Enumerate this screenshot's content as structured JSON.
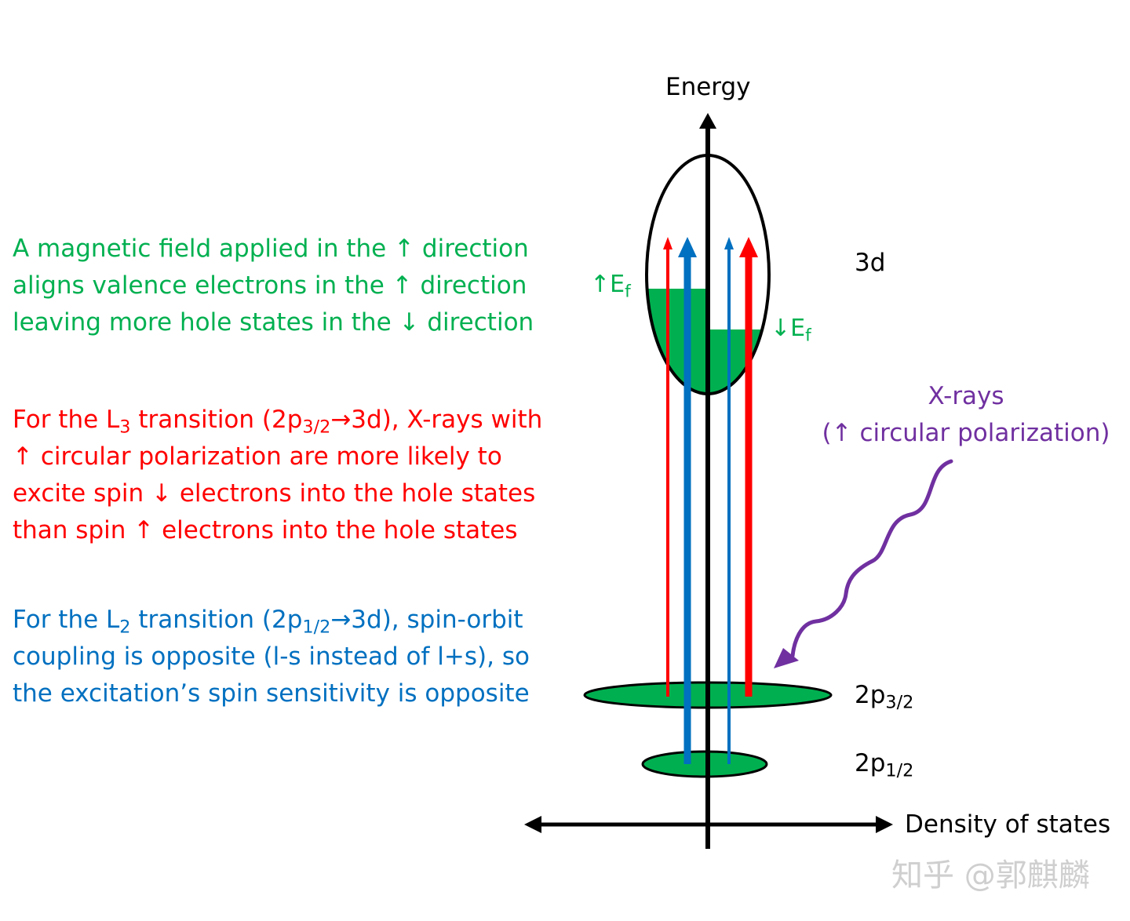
{
  "paragraphs": {
    "magnetic": [
      "A magnetic field applied in the ↑ direction",
      "aligns valence electrons in the ↑ direction",
      "leaving more hole states in the ↓ direction"
    ],
    "l3": {
      "line1_a": "For the L",
      "line1_sub_l": "3",
      "line1_b": " transition (2p",
      "line1_sub_p": "3/2",
      "line1_c": "→3d), X-rays with",
      "lines": [
        "↑ circular polarization are more likely to",
        "excite spin ↓ electrons into the hole states",
        "than spin ↑ electrons into the hole states"
      ]
    },
    "l2": {
      "line1_a": "For the L",
      "line1_sub_l": "2",
      "line1_b": " transition (2p",
      "line1_sub_p": "1/2",
      "line1_c": "→3d), spin-orbit",
      "lines": [
        "coupling is opposite (l-s instead of l+s), so",
        "the excitation’s spin sensitivity is opposite"
      ]
    }
  },
  "diagram": {
    "axis_y": "Energy",
    "axis_x": "Density of states",
    "level_3d": "3d",
    "level_p32": {
      "base": "2p",
      "sub": "3/2"
    },
    "level_p12": {
      "base": "2p",
      "sub": "1/2"
    },
    "fermi_up": {
      "base": "↑E",
      "sub": "f"
    },
    "fermi_down": {
      "base": "↓E",
      "sub": "f"
    },
    "xray_line1": "X-rays",
    "xray_line2": "(↑ circular polarization)"
  },
  "watermark": "知乎 @郭麒麟",
  "colors": {
    "green": "#00b050",
    "red": "#ff0000",
    "blue": "#0070c0",
    "purple": "#7030a0",
    "black": "#000000"
  }
}
